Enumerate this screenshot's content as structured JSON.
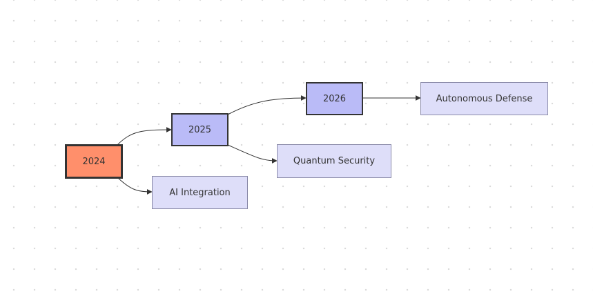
{
  "diagram": {
    "nodes": {
      "y2024": "2024",
      "y2025": "2025",
      "y2026": "2026",
      "ai_integration": "AI Integration",
      "quantum_security": "Quantum Security",
      "autonomous_defense": "Autonomous Defense"
    },
    "edges": [
      {
        "from": "2024",
        "to": "2025"
      },
      {
        "from": "2024",
        "to": "AI Integration"
      },
      {
        "from": "2025",
        "to": "2026"
      },
      {
        "from": "2025",
        "to": "Quantum Security"
      },
      {
        "from": "2026",
        "to": "Autonomous Defense"
      }
    ],
    "colors": {
      "root_fill": "#ff8f6b",
      "year_fill": "#babbf7",
      "leaf_fill": "#dedef9",
      "border": "#333333",
      "edge": "#333333"
    }
  }
}
